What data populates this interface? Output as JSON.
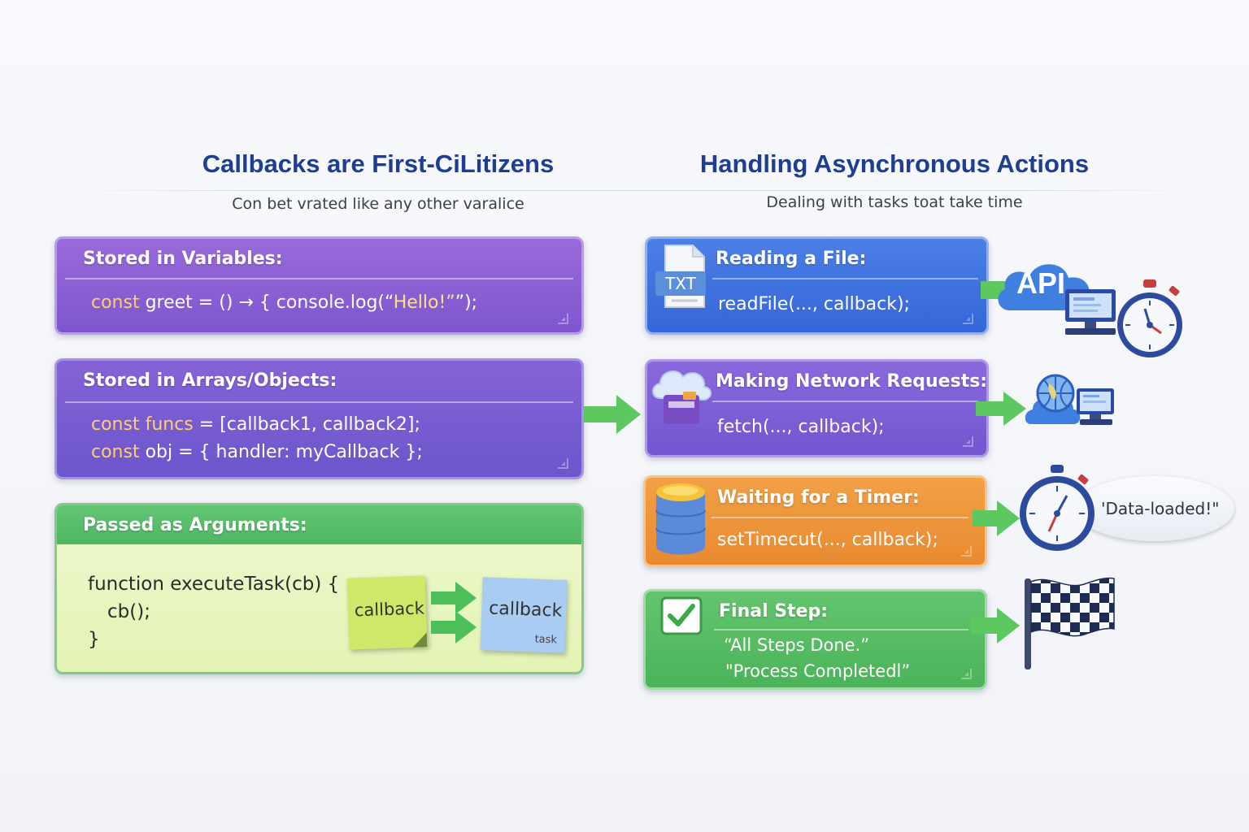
{
  "left": {
    "heading": "Callbacks are First-CiLitizens",
    "subheading": "Con bet vrated like any other varalice",
    "cards": {
      "variables": {
        "title": "Stored in Variables:",
        "code": {
          "kw": "const",
          "text": " greet = () → { console.log(“",
          "str": "Hello!”",
          "end": "”);"
        }
      },
      "arrays": {
        "title": "Stored in Arrays/Objects:",
        "line1": {
          "kw": "const funcs",
          "text": " = [callback1, callback2];"
        },
        "line2": {
          "kw": "const",
          "text": " obj = { handler: myCallback };"
        }
      },
      "arguments": {
        "title": "Passed as Arguments:",
        "line1": "function executeTask(cb) {",
        "line2": "cb();",
        "line3": "}",
        "note_green": "callback",
        "note_blue": "callback",
        "note_blue_small": "task"
      }
    }
  },
  "right": {
    "heading": "Handling Asynchronous Actions",
    "subheading": "Dealing with tasks toat take time",
    "cards": {
      "file": {
        "title": "Reading a File:",
        "code": "readFile(..., callback);",
        "icon_label": "TXT",
        "badge": "API"
      },
      "network": {
        "title": "Making Network Requests:",
        "code": "fetch(..., callback);"
      },
      "timer": {
        "title": "Waiting for a Timer:",
        "code": "setTimecut(..., callback);",
        "bubble": "'Data-loaded!\""
      },
      "final": {
        "title": "Final Step:",
        "line1": "“All Steps Done.”",
        "line2": "\"Process Completedl”"
      }
    }
  },
  "colors": {
    "heading": "#1e3d93",
    "arrow": "#5cc85f",
    "keyword": "#ffcf6b"
  },
  "icons": [
    "txt-file-icon",
    "api-cloud-icon",
    "computer-icon",
    "stopwatch-icon",
    "network-cloud-icon",
    "globe-icon",
    "database-icon",
    "speech-bubble-icon",
    "checkbox-icon",
    "checkered-flag-icon",
    "arrow-icon"
  ]
}
